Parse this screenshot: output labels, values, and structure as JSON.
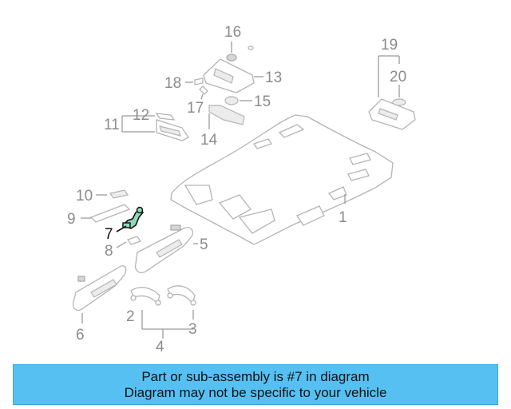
{
  "diagram": {
    "callouts": [
      "1",
      "2",
      "3",
      "4",
      "5",
      "6",
      "7",
      "8",
      "9",
      "10",
      "11",
      "12",
      "13",
      "14",
      "15",
      "16",
      "17",
      "18",
      "19",
      "20"
    ],
    "highlighted_part": "7"
  },
  "banner": {
    "line1": "Part or sub-assembly is #7 in diagram",
    "line2": "Diagram may not be specific to your vehicle",
    "color": "#56c0f2"
  }
}
